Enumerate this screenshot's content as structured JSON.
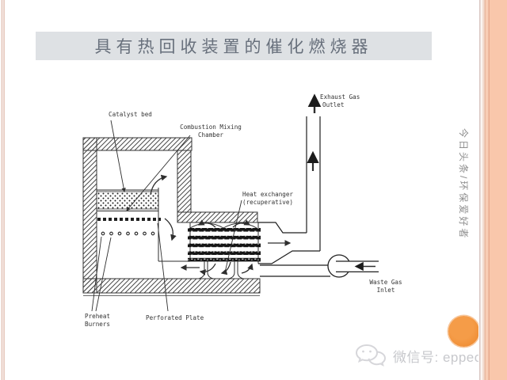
{
  "slide": {
    "title": "具有热回收装置的催化燃烧器"
  },
  "diagram": {
    "labels": {
      "catalyst_bed": "Catalyst bed",
      "mixing_1": "Combustion Mixing",
      "mixing_2": "Chamber",
      "hx_1": "Heat exchanger",
      "hx_2": "(recuperative)",
      "exhaust_1": "Exhaust Gas",
      "exhaust_2": "Outlet",
      "waste_1": "Waste Gas",
      "waste_2": "Inlet",
      "preheat_1": "Preheat",
      "preheat_2": "Burners",
      "perforated_plate": "Perforated Plate"
    }
  },
  "watermarks": {
    "side_text": "今日头条/环保爱好者",
    "wechat_text": "微信号: eppeople"
  },
  "colors": {
    "accent_peach": "#f9c7ab",
    "orange_dot": "#ec8427",
    "title_bg": "#dee1e4",
    "title_text": "#68707c"
  }
}
